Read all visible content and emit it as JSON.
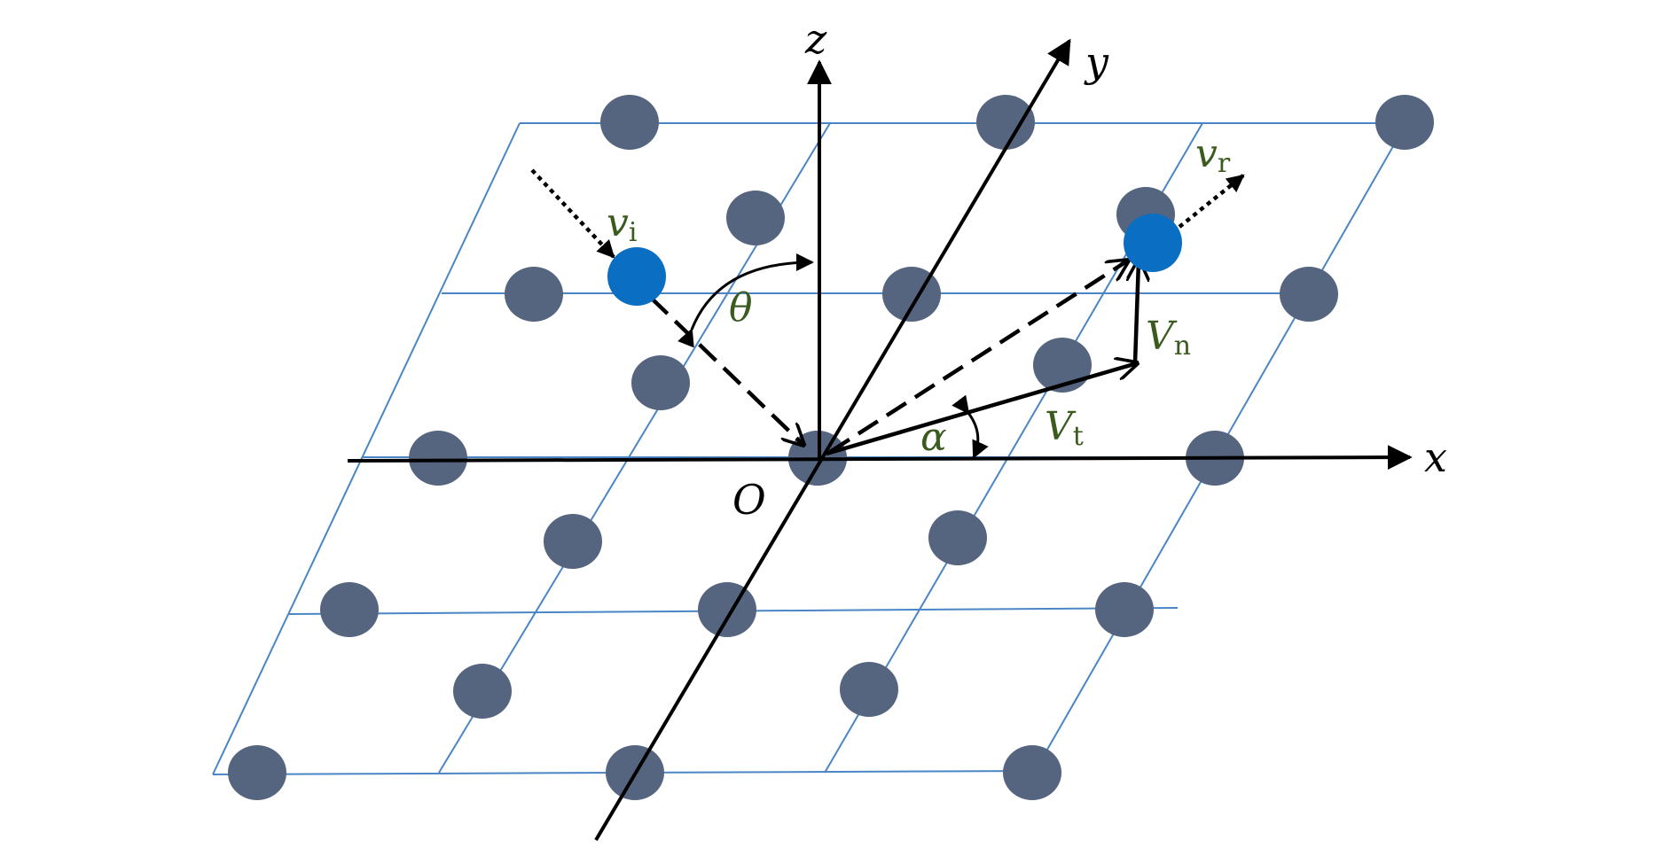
{
  "labels": {
    "axis_x": "x",
    "axis_y": "y",
    "axis_z": "z",
    "origin": "O",
    "incident_velocity": "v",
    "incident_sub": "i",
    "reflected_velocity": "v",
    "reflected_sub": "r",
    "normal_velocity": "V",
    "normal_sub": "n",
    "tangential_velocity": "V",
    "tangential_sub": "t",
    "theta": "θ",
    "alpha": "α"
  },
  "colors": {
    "lattice_atom": "#55647f",
    "lattice_line": "#4a86c5",
    "particle": "#0a6fc2",
    "axis": "#000000",
    "label_vector": "#3a5a1e"
  }
}
